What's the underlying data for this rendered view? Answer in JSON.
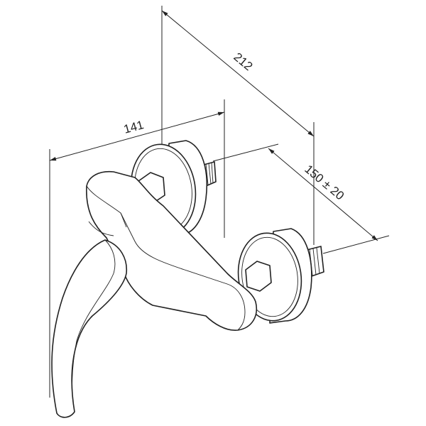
{
  "dimensions": {
    "overall_depth": "212",
    "body_length": "141",
    "inlet_spacing": "150 ± 20"
  },
  "colors": {
    "line": "#222222",
    "background": "#ffffff"
  }
}
